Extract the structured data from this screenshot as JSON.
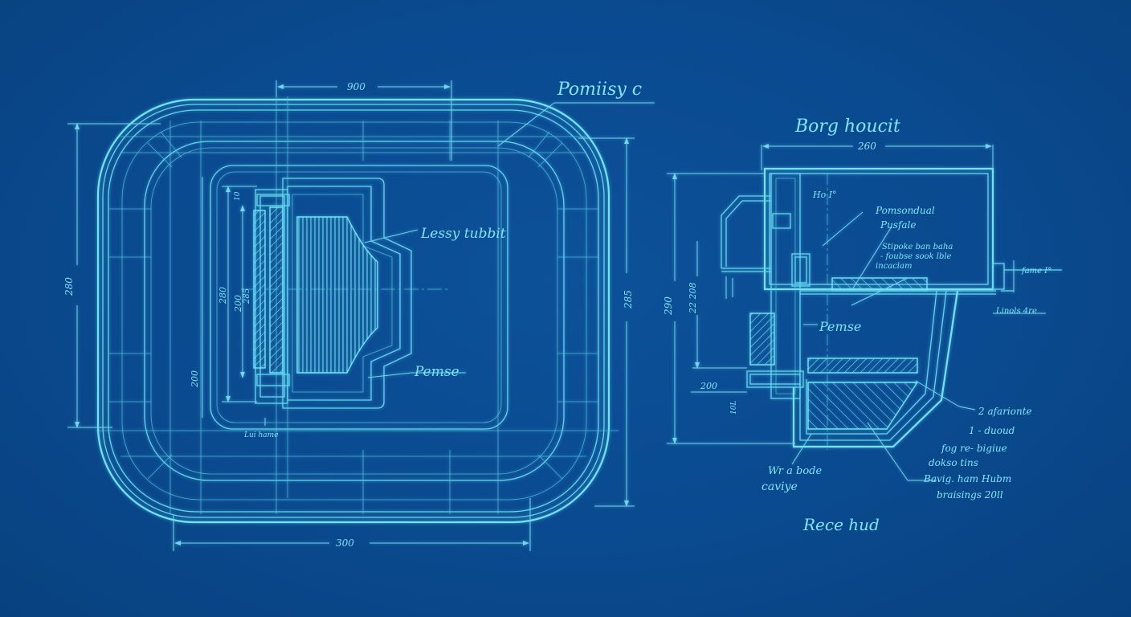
{
  "drawing": {
    "background_color": "#0a4a8f",
    "line_color": "#5fd8f0",
    "left_view": {
      "name": "plan-view",
      "labels": {
        "title_note": "Pomiisy c",
        "inner_note": "Lessy tubbit",
        "lower_note": "Pemse",
        "small_note": "Lui hame"
      },
      "dimensions": {
        "top_width": "900",
        "bottom_width": "300",
        "left_height": "280",
        "right_height": "285",
        "inner_height_1": "280",
        "inner_height_2": "200",
        "inner_height_3": "285",
        "lower_small": "200",
        "top_small": "10"
      }
    },
    "right_view": {
      "name": "section-view",
      "labels": {
        "title": "Borg houcit",
        "note_a": "Pomsondual",
        "note_b": "Pusfale",
        "note_c_lines": [
          "Stipoke ban baha",
          "- foubse sook lble",
          "incaclam"
        ],
        "side_note": "Pemse",
        "right_small_1": "fame I°",
        "right_small_2": "Linols 4re",
        "top_small": "Ho I°",
        "bottom_left_lines": [
          "Wr a bode",
          "caviye"
        ],
        "bottom_right_lines": [
          "2 afarionte",
          "1 - duoud",
          "fog re- bigiue",
          "dokso tins",
          "Bavig. ham Hubm",
          "braisings 20ll"
        ],
        "signature": "Rece hud"
      },
      "dimensions": {
        "top_width": "260",
        "left_height": "290",
        "inner_height": "22 208",
        "lower_small": "200",
        "tiny": "10L"
      }
    }
  }
}
